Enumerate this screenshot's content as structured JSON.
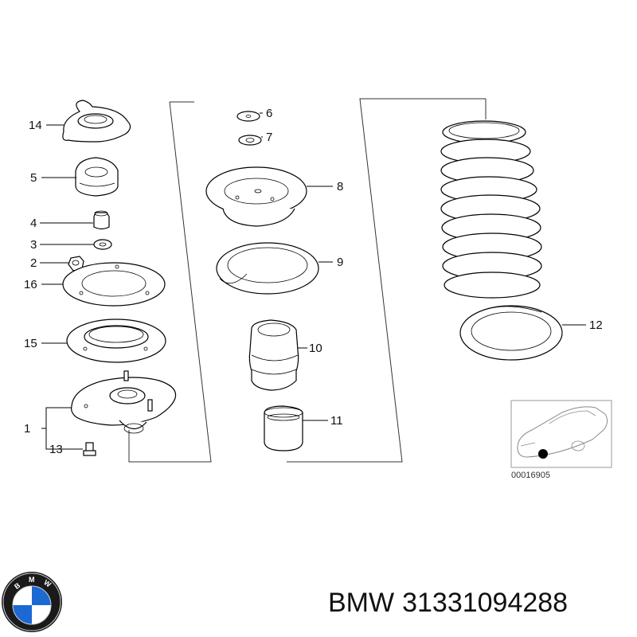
{
  "callouts": {
    "p1": "1",
    "p2": "2",
    "p3": "3",
    "p4": "4",
    "p5": "5",
    "p6": "6",
    "p7": "7",
    "p8": "8",
    "p9": "9",
    "p10": "10",
    "p11": "11",
    "p12": "12",
    "p13": "13",
    "p14": "14",
    "p15": "15",
    "p16": "16"
  },
  "reference_code": "00016905",
  "footer": {
    "brand": "BMW",
    "part_number": "31331094288"
  },
  "colors": {
    "logo_blue": "#1c69d4",
    "logo_ring": "#1a1a1a",
    "marker": "#000000"
  },
  "icons": {
    "brand_logo": "bmw-roundel-icon",
    "vehicle_thumbnail": "car-silhouette-icon"
  }
}
